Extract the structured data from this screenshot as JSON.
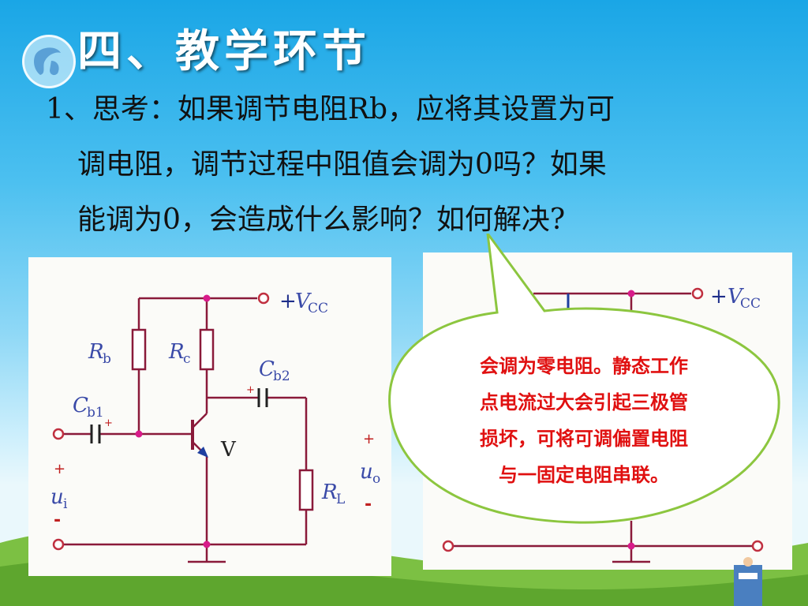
{
  "title": "四、教学环节",
  "question": {
    "line1": "1、思考：如果调节电阻Rb，应将其设置为可",
    "line2": "调电阻，调节过程中阻值会调为0吗？如果",
    "line3": "能调为0，会造成什么影响？如何解决?"
  },
  "circuit_left": {
    "vcc_plus": "+",
    "vcc": "V",
    "vcc_sub": "CC",
    "rb": "R",
    "rb_sub": "b",
    "rc": "R",
    "rc_sub": "c",
    "cb1": "C",
    "cb1_sub": "b1",
    "cb2": "C",
    "cb2_sub": "b2",
    "transistor": "V",
    "rl": "R",
    "rl_sub": "L",
    "ui": "u",
    "ui_sub": "i",
    "uo": "u",
    "uo_sub": "o",
    "plus": "+",
    "minus": "-"
  },
  "circuit_right": {
    "vcc_plus": "+",
    "vcc": "V",
    "vcc_sub": "CC"
  },
  "bubble": {
    "line1": "会调为零电阻。静态工作",
    "line2": "点电流过大会引起三极管",
    "line3": "损坏，可将可调偏置电阻",
    "line4": "与一固定电阻串联。",
    "text_color": "#e01010",
    "fill": "#ffffff",
    "border": "#8cc63f"
  },
  "colors": {
    "wire": "#8a1a3a",
    "node": "#d81b8a",
    "label": "#3a4aa8",
    "sign": "#c02020"
  }
}
